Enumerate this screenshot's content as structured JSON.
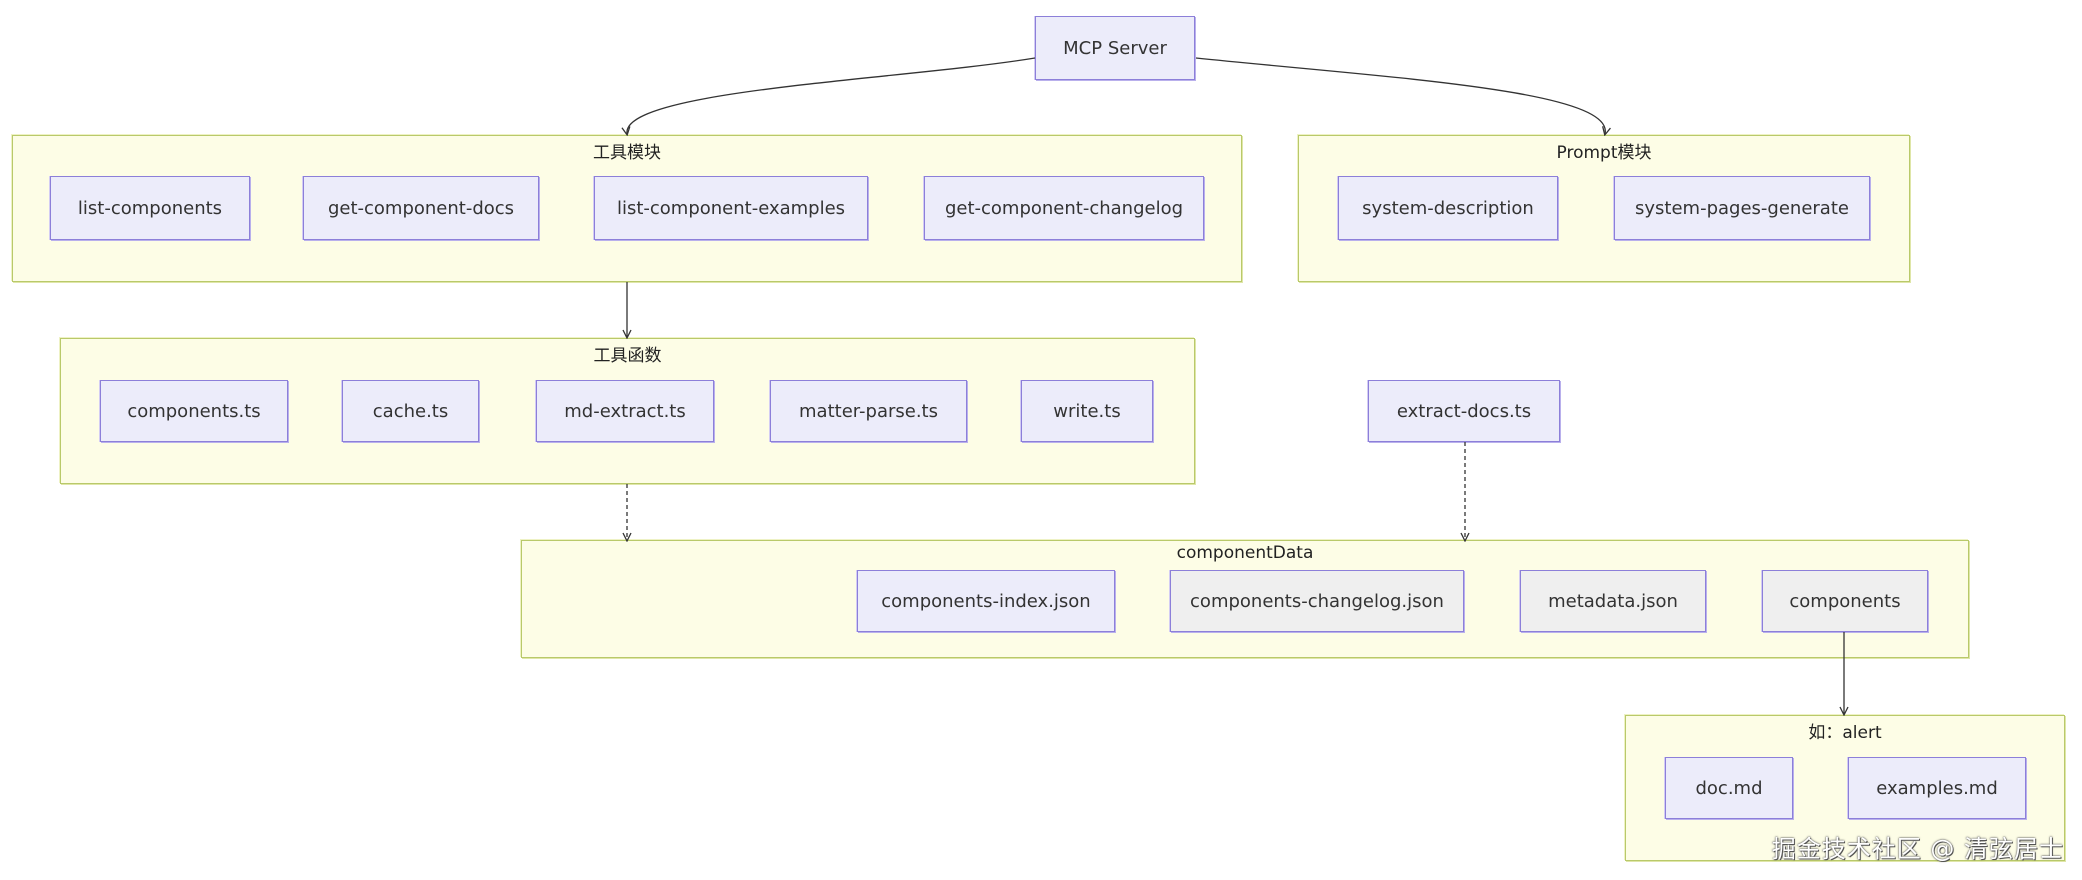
{
  "root": {
    "label": "MCP Server"
  },
  "tools_module": {
    "title": "工具模块",
    "items": [
      "list-components",
      "get-component-docs",
      "list-component-examples",
      "get-component-changelog"
    ]
  },
  "prompt_module": {
    "title": "Prompt模块",
    "items": [
      "system-description",
      "system-pages-generate"
    ]
  },
  "tool_functions": {
    "title": "工具函数",
    "items": [
      "components.ts",
      "cache.ts",
      "md-extract.ts",
      "matter-parse.ts",
      "write.ts"
    ]
  },
  "extract_docs": {
    "label": "extract-docs.ts"
  },
  "component_data": {
    "title": "componentData",
    "items": [
      "components-index.json",
      "components-changelog.json",
      "metadata.json",
      "components"
    ]
  },
  "example": {
    "title": "如：alert",
    "items": [
      "doc.md",
      "examples.md"
    ]
  },
  "watermark": "掘金技术社区 @ 清弦居士",
  "colors": {
    "group_fill": "#fdfde6",
    "group_border": "#b9c96a",
    "node_fill": "#ececfa",
    "node_border": "#8c7fd9",
    "edge": "#333333"
  }
}
